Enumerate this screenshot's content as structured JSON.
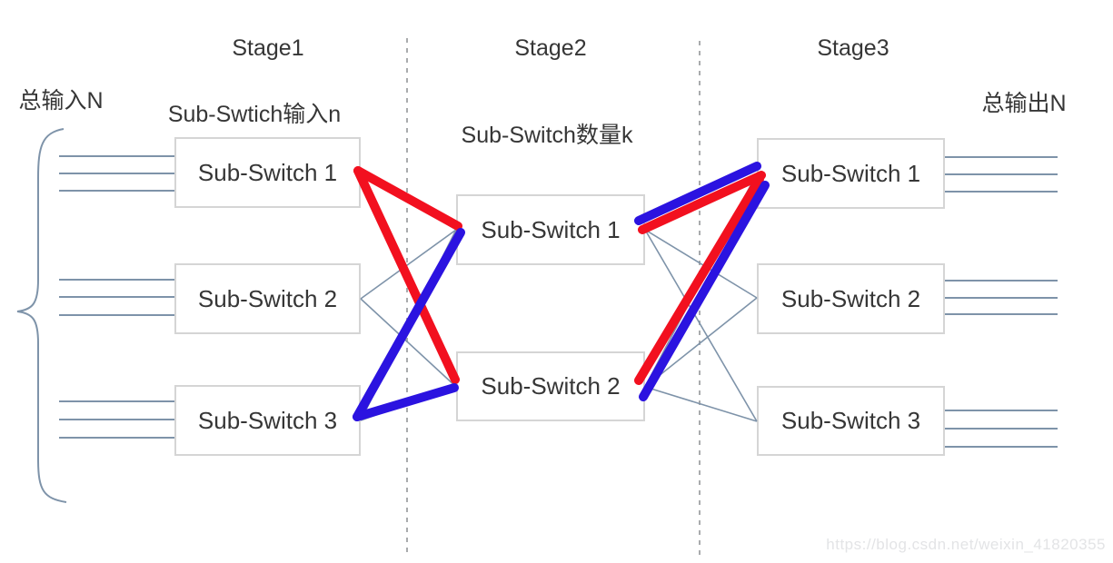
{
  "diagram": {
    "type": "clos-network-three-stage",
    "stages": [
      {
        "label": "Stage1",
        "annotation": "Sub-Swtich输入n",
        "nodes": [
          "Sub-Switch 1",
          "Sub-Switch 2",
          "Sub-Switch 3"
        ]
      },
      {
        "label": "Stage2",
        "annotation": "Sub-Switch数量k",
        "nodes": [
          "Sub-Switch 1",
          "Sub-Switch 2"
        ]
      },
      {
        "label": "Stage3",
        "annotation": "",
        "nodes": [
          "Sub-Switch 1",
          "Sub-Switch 2",
          "Sub-Switch 3"
        ]
      }
    ],
    "side_labels": {
      "left": "总输入N",
      "right": "总输出N"
    },
    "io_lines_per_switch": 3,
    "connections": {
      "full_mesh": "every Stage1 sub-switch links to every Stage2 sub-switch; every Stage2 sub-switch links to every Stage3 sub-switch",
      "highlighted_paths": [
        {
          "color": "red",
          "from": "Stage1 Sub-Switch 1",
          "via": [
            "Stage2 Sub-Switch 1",
            "Stage2 Sub-Switch 2"
          ],
          "to": "Stage3 Sub-Switch 1"
        },
        {
          "color": "blue",
          "from": "Stage1 Sub-Switch 3",
          "via": [
            "Stage2 Sub-Switch 1",
            "Stage2 Sub-Switch 2"
          ],
          "to": "Stage3 Sub-Switch 1"
        }
      ]
    },
    "colors": {
      "path_red": "#f2101f",
      "path_blue": "#2b13e0",
      "thin_line": "#7e93a9",
      "box_border": "#d5d5d5",
      "dashed_line": "#a9abad",
      "text": "#363636",
      "watermark": "#e3e4e6"
    },
    "watermark": "https://blog.csdn.net/weixin_41820355"
  }
}
